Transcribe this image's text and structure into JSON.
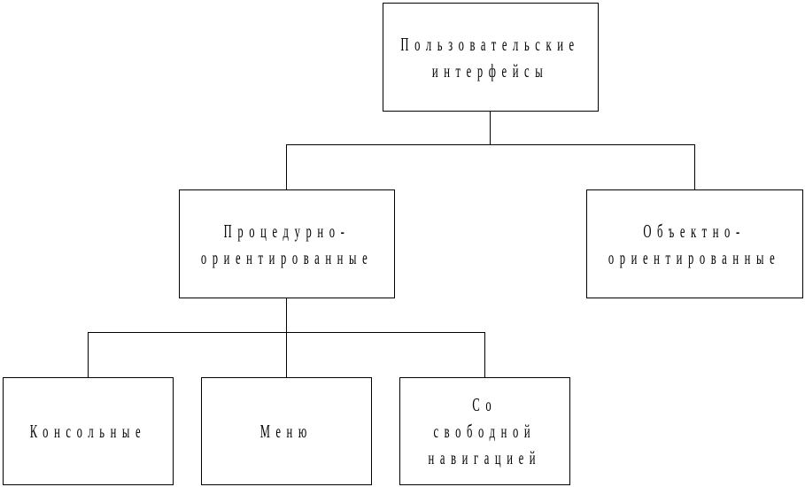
{
  "diagram": {
    "root": {
      "label": "Пользовательские\nинтерфейсы"
    },
    "level1": [
      {
        "label": "Процедурно-\nориентированные"
      },
      {
        "label": "Объектно-\nориентированные"
      }
    ],
    "level2": [
      {
        "label": "Консольные"
      },
      {
        "label": "Меню"
      },
      {
        "label": "Со свободной\nнавигацией"
      }
    ]
  }
}
